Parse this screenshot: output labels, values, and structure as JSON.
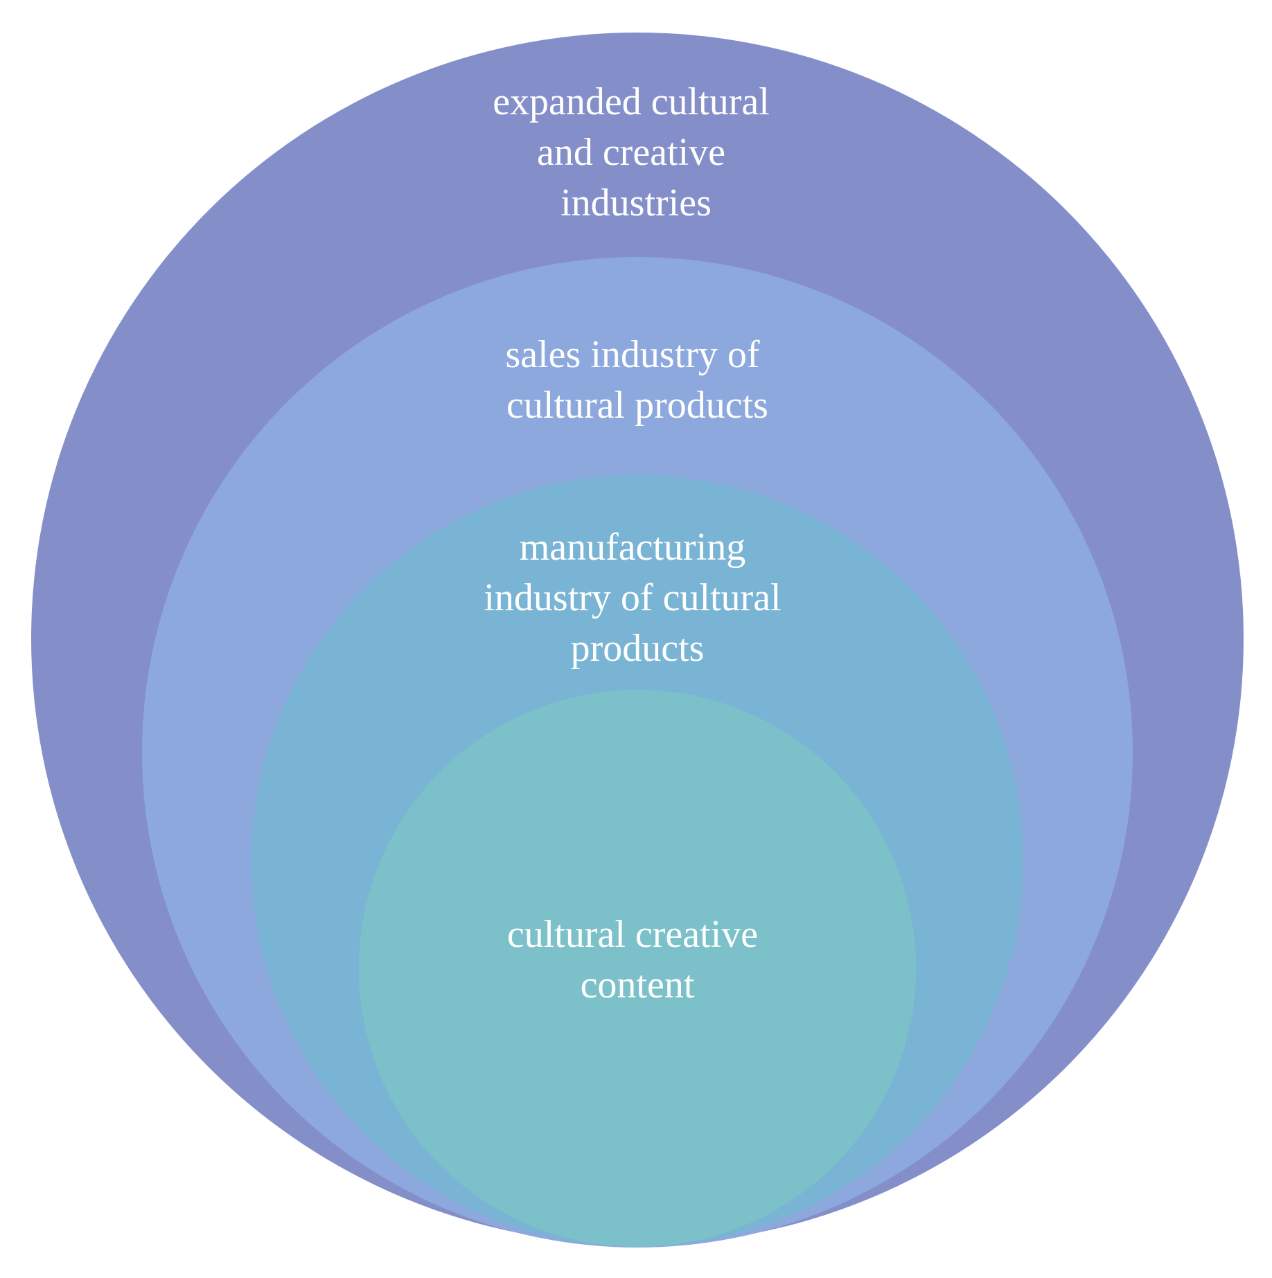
{
  "diagram": {
    "type": "nested-circles",
    "layers": [
      {
        "id": "expanded",
        "lines": [
          "expanded cultural",
          "and creative",
          "industries"
        ],
        "color": "#848FCA"
      },
      {
        "id": "sales",
        "lines": [
          "sales industry of",
          "cultural products"
        ],
        "color": "#8CA8DC"
      },
      {
        "id": "manufacturing",
        "lines": [
          "manufacturing",
          "industry of cultural",
          "products"
        ],
        "color": "#7AB4D4"
      },
      {
        "id": "content",
        "lines": [
          "cultural creative",
          "content"
        ],
        "color": "#7CC1C9"
      }
    ]
  }
}
